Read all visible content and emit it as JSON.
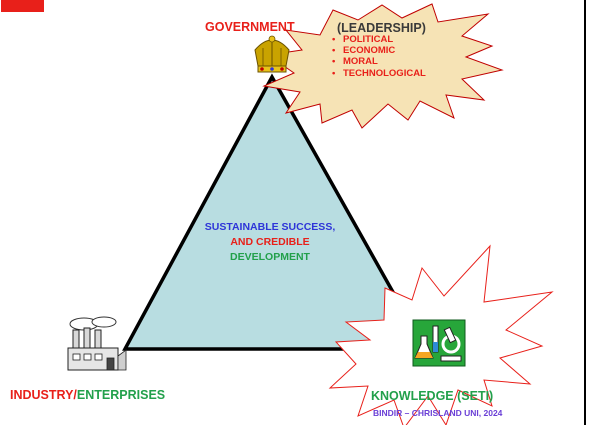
{
  "colors": {
    "red": "#E8201A",
    "dark_red": "#C00000",
    "blue": "#2E35D8",
    "green": "#22A04B",
    "purple": "#6A3FD6",
    "triangle_fill": "#B8DDE1",
    "burst_fill": "#F6E3B5",
    "line": "#000000"
  },
  "government": {
    "label": "GOVERNMENT",
    "icon": "crown-icon"
  },
  "leadership": {
    "title": "(LEADERSHIP)",
    "items": [
      "POLITICAL",
      "ECONOMIC",
      "MORAL",
      "TECHNOLOGICAL"
    ]
  },
  "center": {
    "line1": "SUSTAINABLE SUCCESS,",
    "line2": "AND CREDIBLE",
    "line3": "DEVELOPMENT"
  },
  "industry": {
    "label_part1": "INDUSTRY/",
    "label_part2": "ENTERPRISES",
    "icon": "factory-icon"
  },
  "knowledge": {
    "label": "KNOWLEDGE (SETI)",
    "icon": "lab-microscope-icon"
  },
  "credit": "BINDIR – CHRISLAND UNI, 2024"
}
